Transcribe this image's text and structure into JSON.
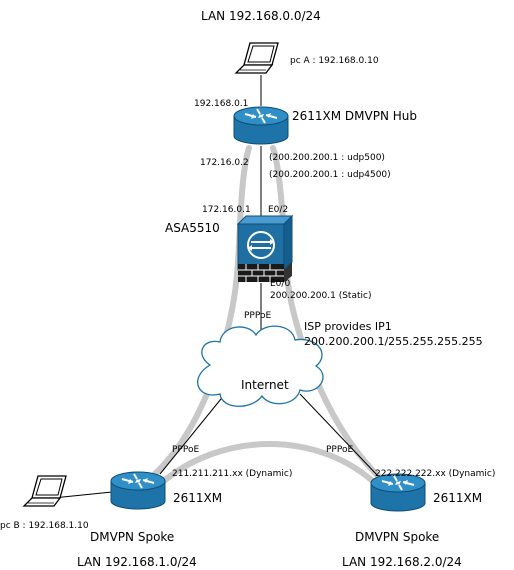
{
  "labels": {
    "lan_top": "LAN 192.168.0.0/24",
    "pc_a": "pc A : 192.168.0.10",
    "hub_lan_ip": "192.168.0.1",
    "hub_name": "2611XM  DMVPN Hub",
    "hub_wan_ip": "172.16.0.2",
    "nat_udp500": "(200.200.200.1 : udp500)",
    "nat_udp4500": "(200.200.200.1 : udp4500)",
    "asa_inside_ip": "172.16.0.1",
    "asa_e02": "E0/2",
    "asa_name": "ASA5510",
    "asa_e00": "E0/0",
    "asa_outside_ip": "200.200.200.1 (Static)",
    "pppoe_top": "PPPoE",
    "isp_line1": "ISP provides IP1",
    "isp_line2": "200.200.200.1/255.255.255.255",
    "internet": "Internet",
    "pppoe_left": "PPPoE",
    "pppoe_right": "PPPoE",
    "spoke1_ip": "211.211.211.xx (Dynamic)",
    "spoke2_ip": "222.222.222.xx (Dynamic)",
    "spoke1_model": "2611XM",
    "spoke2_model": "2611XM",
    "pc_b": "pc B : 192.168.1.10",
    "spoke1_name": "DMVPN Spoke",
    "spoke2_name": "DMVPN Spoke",
    "lan_spoke1": "LAN 192.168.1.0/24",
    "lan_spoke2": "LAN 192.168.2.0/24"
  },
  "colors": {
    "tunnel": "#c8c8c8",
    "router_body": "#1e73a8",
    "router_top": "#2f8fc6",
    "asa_body": "#1f6fa3",
    "link": "#000000"
  },
  "icons": {
    "router": "router-icon",
    "firewall": "firewall-icon",
    "laptop": "laptop-icon",
    "cloud": "cloud-icon"
  }
}
